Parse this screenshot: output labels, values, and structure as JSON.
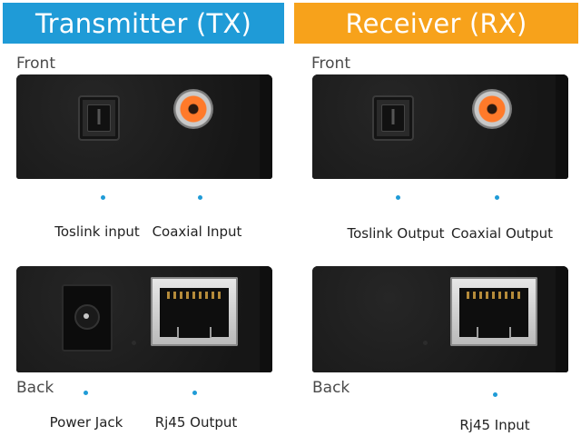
{
  "transmitter": {
    "title": "Transmitter (TX)",
    "color": "#1f9bd7",
    "front_label": "Front",
    "back_label": "Back",
    "front_ports": [
      "Toslink input",
      "Coaxial Input"
    ],
    "back_ports": [
      "Power Jack",
      "Rj45 Output"
    ]
  },
  "receiver": {
    "title": "Receiver (RX)",
    "color": "#f7a21b",
    "front_label": "Front",
    "back_label": "Back",
    "front_ports": [
      "Toslink Output",
      "Coaxial Output"
    ],
    "back_ports": [
      "Rj45 Input"
    ]
  },
  "pointer_color": "#1f9bd7"
}
